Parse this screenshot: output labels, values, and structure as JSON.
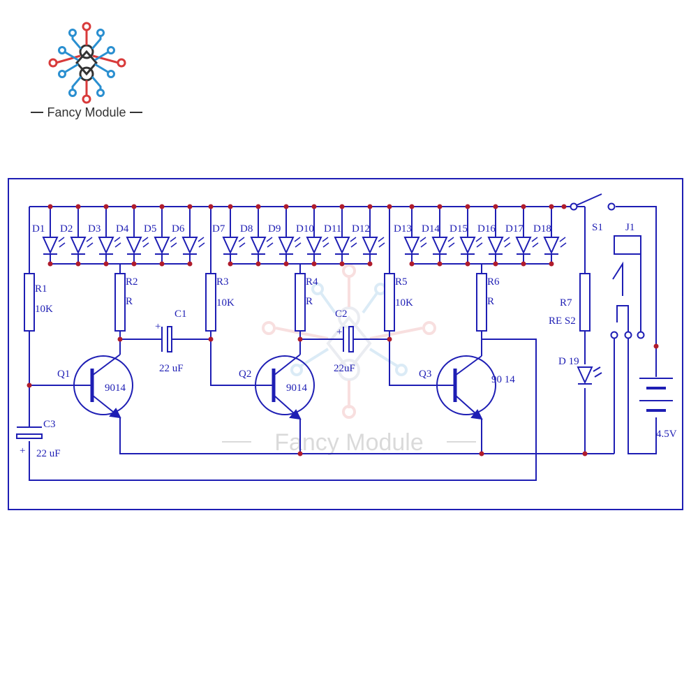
{
  "brand": {
    "name": "Fancy Module",
    "watermark": "Fancy Module"
  },
  "colors": {
    "wire": "#1e1eb4",
    "junction": "#b01c2c",
    "logo_red": "#d83a3a",
    "logo_blue": "#2a8fd0",
    "logo_dark": "#333333"
  },
  "labels": {
    "leds": [
      "D1",
      "D2",
      "D3",
      "D4",
      "D5",
      "D6",
      "D7",
      "D8",
      "D9",
      "D10",
      "D11",
      "D12",
      "D13",
      "D14",
      "D15",
      "D16",
      "D17",
      "D18"
    ],
    "r1": "R1",
    "r1_val": "10K",
    "r2": "R2",
    "r2_val": "R",
    "r3": "R3",
    "r3_val": "10K",
    "r4": "R4",
    "r4_val": "R",
    "r5": "R5",
    "r5_val": "10K",
    "r6": "R6",
    "r6_val": "R",
    "r7": "R7",
    "r7_val": "RE S2",
    "c1": "C1",
    "c1_val": "22 uF",
    "c2": "C2",
    "c2_val": "22uF",
    "c3": "C3",
    "c3_val": "22 uF",
    "q1": "Q1",
    "q1_val": "9014",
    "q2": "Q2",
    "q2_val": "9014",
    "q3": "Q3",
    "q3_val": "90 14",
    "d19": "D 19",
    "s1": "S1",
    "j1": "J1",
    "battery": "4.5V",
    "plus": "+"
  }
}
